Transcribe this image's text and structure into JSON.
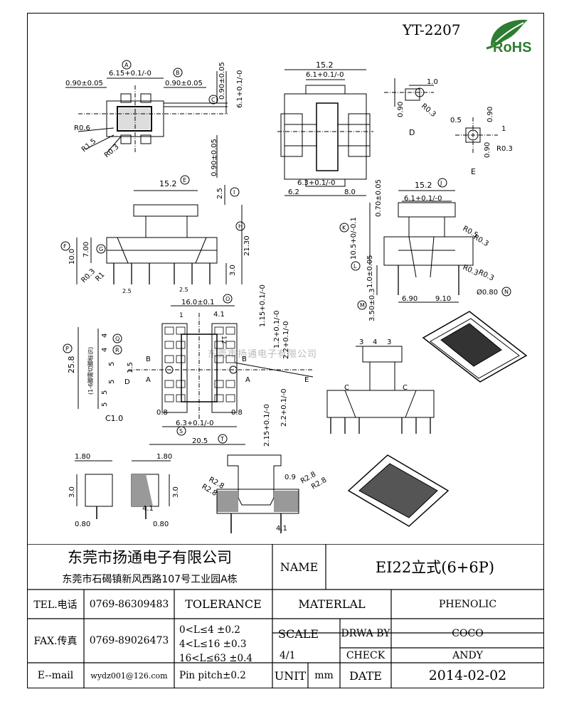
{
  "drawing_code": "YT-2207",
  "logo_text": "RoHS",
  "logo_color": "#2e7d32",
  "watermark": "东莞市扬通电子有限公司",
  "views": {
    "top_left": {
      "dims": [
        "0.90±0.05",
        "6.15+0.1/-0",
        "0.90±0.05",
        "0.90±0.05",
        "6.1+0.1/-0",
        "R0.6",
        "R1.5",
        "R0.3",
        "0.90±0.05"
      ],
      "markers": [
        "A",
        "B",
        "C"
      ]
    },
    "top_center": {
      "dims": [
        "15.2",
        "6.1+0.1/-0",
        "6.3+0.1/-0",
        "6.2",
        "8.0"
      ]
    },
    "detail_D": {
      "dims": [
        "1.0",
        "0.90",
        "R0.3"
      ],
      "label": "D"
    },
    "detail_E": {
      "dims": [
        "0.5",
        "0.90",
        "0.90",
        "R0.3",
        "1"
      ],
      "label": "E"
    },
    "front_left": {
      "dims": [
        "15.2",
        "2.5",
        "21.30",
        "7.00",
        "10.0",
        "3.0",
        "R0.3",
        "R1",
        "2.5",
        "2.5"
      ],
      "markers": [
        "E",
        "I",
        "H",
        "F",
        "G"
      ]
    },
    "side_right": {
      "dims": [
        "15.2",
        "6.1+0.1/-0",
        "0.70±0.05",
        "10.5+0/-0.1",
        "R0.5",
        "R0.3",
        "1.0±0.05",
        "R0.3",
        "R0.3",
        "3.50±0.3",
        "6.90",
        "9.10",
        "Ø0.80"
      ],
      "markers": [
        "J",
        "K",
        "L",
        "M",
        "N"
      ]
    },
    "bottom_left": {
      "dims": [
        "16.0±0.1",
        "4.1",
        "1.15+0.1/-0",
        "1.2+0.1/-0",
        "2.2+0.1/-0",
        "1.5",
        "5",
        "5",
        "25.8",
        "4",
        "4",
        "5",
        "5",
        "C1.0",
        "0.8",
        "6.3+0.1/-0",
        "0.8",
        "20.5",
        "2.2+0.1/-0",
        "2.15+0.1/-0"
      ],
      "markers": [
        "O",
        "P",
        "Q",
        "R",
        "S",
        "T"
      ],
      "pin_labels": [
        "1",
        "12"
      ],
      "detail_letters": [
        "B",
        "A",
        "D",
        "B",
        "A",
        "E"
      ],
      "note": "(1-6脚需切脚标识)"
    },
    "right_front": {
      "dims": [
        "3",
        "4",
        "3"
      ],
      "letters": [
        "C",
        "C"
      ]
    },
    "small_views": {
      "dims": [
        "1.80",
        "1.80",
        "3.0",
        "3.0",
        "0.80",
        "0.80",
        "4.1"
      ]
    },
    "section": {
      "dims": [
        "R2.8",
        "R2.8",
        "0.9",
        "R2.8",
        "R2.8",
        "4.1"
      ]
    }
  },
  "title_block": {
    "company": "东莞市扬通电子有限公司",
    "address": "东莞市石碣镇新风西路107号工业园A栋",
    "name_label": "NAME",
    "name_value": "EI22立式(6+6P)",
    "tel_label": "TEL.电话",
    "tel_value": "0769-86309483",
    "fax_label": "FAX.传真",
    "fax_value": "0769-89026473",
    "email_label": "E--mail",
    "email_value": "wydz001@126.com",
    "tolerance_label": "TOLERANCE",
    "tolerances": [
      "0<L≤4   ±0.2",
      "4<L≤16  ±0.3",
      "16<L≤63 ±0.4",
      "Pin pitch±0.2"
    ],
    "material_label": "MATERLAL",
    "material_value": "PHENOLIC",
    "scale_label": "SCALE",
    "scale_value": "4/1",
    "draw_label": "DRWA BY",
    "draw_value": "COCO",
    "check_label": "CHECK",
    "check_value": "ANDY",
    "unit_label": "UNIT",
    "unit_value": "mm",
    "date_label": "DATE",
    "date_value": "2014-02-02"
  }
}
